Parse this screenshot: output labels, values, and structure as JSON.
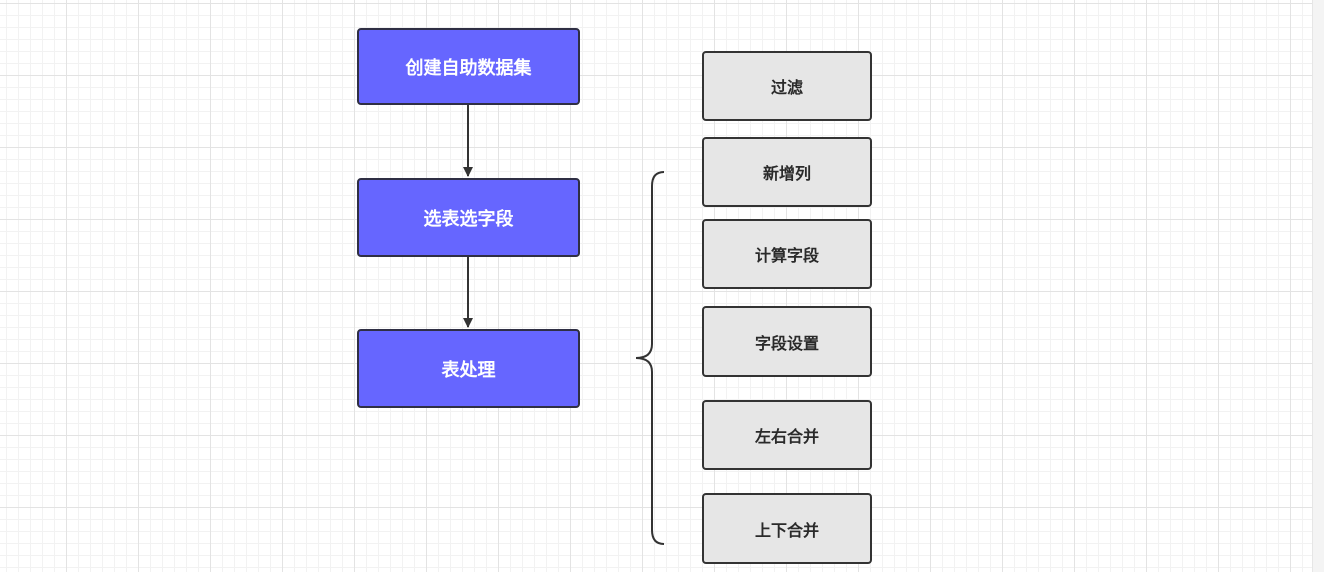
{
  "flow": {
    "steps": [
      "创建自助数据集",
      "选表选字段",
      "表处理"
    ]
  },
  "operations": {
    "items": [
      "过滤",
      "新增列",
      "计算字段",
      "字段设置",
      "左右合并",
      "上下合并"
    ]
  }
}
